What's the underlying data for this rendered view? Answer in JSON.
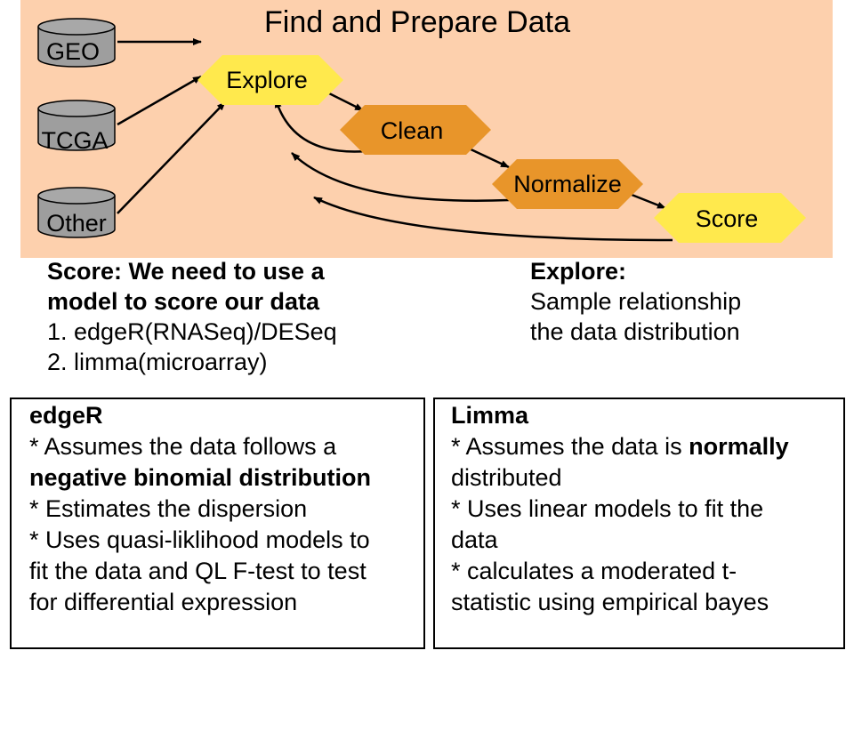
{
  "diagram": {
    "title": "Find and Prepare Data",
    "sources": [
      {
        "id": "geo",
        "label": "GEO"
      },
      {
        "id": "tcga",
        "label": "TCGA"
      },
      {
        "id": "other",
        "label": "Other"
      }
    ],
    "steps": [
      {
        "id": "explore",
        "label": "Explore",
        "color": "#ffe94d"
      },
      {
        "id": "clean",
        "label": "Clean",
        "color": "#e8952a"
      },
      {
        "id": "normalize",
        "label": "Normalize",
        "color": "#e8952a"
      },
      {
        "id": "score",
        "label": "Score",
        "color": "#ffe94d"
      }
    ],
    "colors": {
      "background": "#fdd0ad",
      "cylinder": "#9e9e9e"
    }
  },
  "score_note": {
    "title_line1": "Score: We need to use a",
    "title_line2": "model to score our data",
    "item1": "1. edgeR(RNASeq)/DESeq",
    "item2": "2. limma(microarray)"
  },
  "explore_note": {
    "title": "Explore:",
    "line1": "Sample relationship",
    "line2": "the data distribution"
  },
  "edger_box": {
    "title": "edgeR",
    "b1_pre": "* Assumes the data follows a",
    "b1_bold": "negative binomial distribution",
    "b2": "* Estimates the dispersion",
    "b3_l1": "* Uses quasi-liklihood models to",
    "b3_l2": "fit the data and QL F-test to test",
    "b3_l3": "for differential expression"
  },
  "limma_box": {
    "title": "Limma",
    "b1_pre": "* Assumes the data is ",
    "b1_bold": "normally",
    "b1_l2": "distributed",
    "b2_l1": "* Uses linear models to fit the",
    "b2_l2": "data",
    "b3_l1": "* calculates a moderated t-",
    "b3_l2": "statistic using empirical bayes"
  }
}
